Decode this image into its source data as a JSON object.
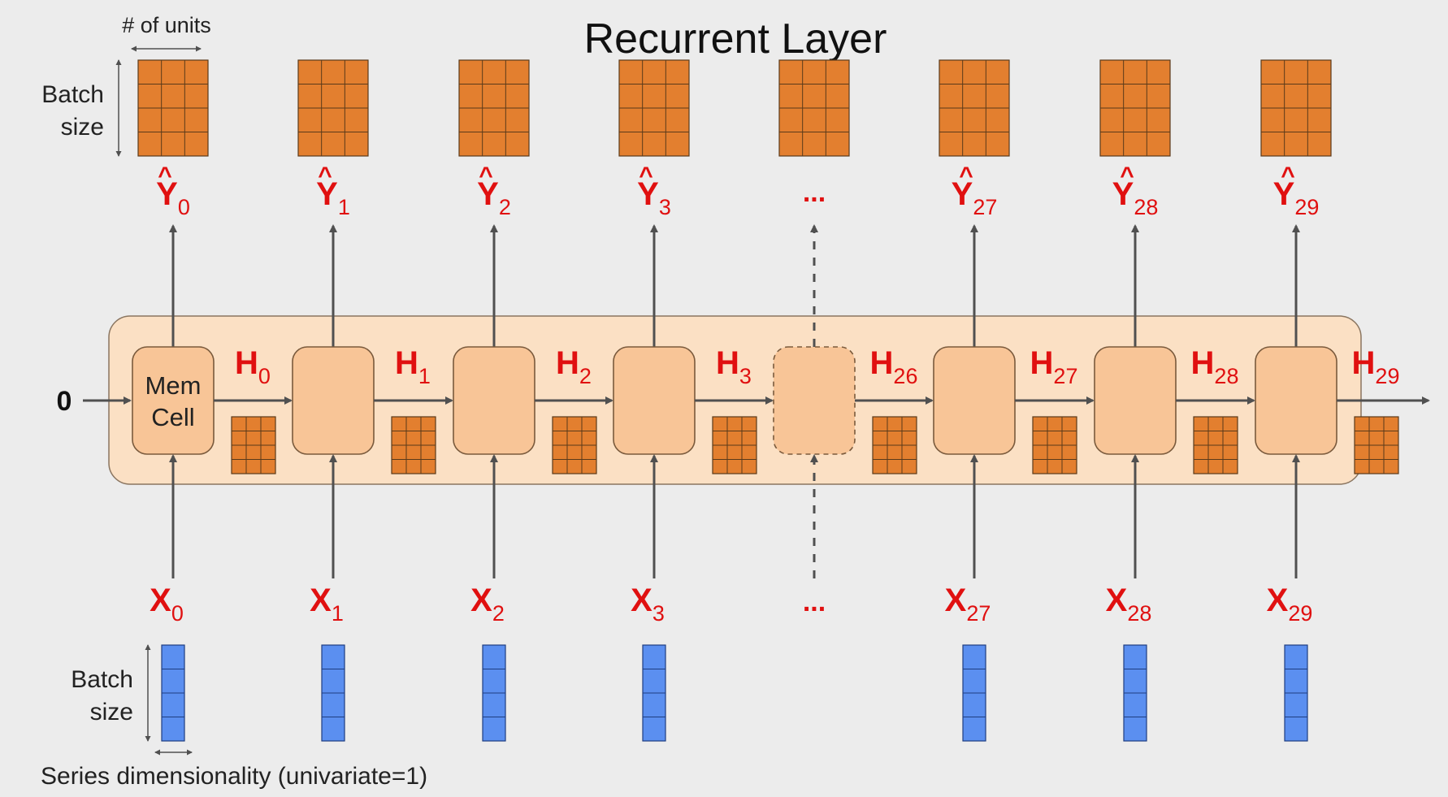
{
  "title": "Recurrent Layer",
  "initial_state": "0",
  "cell_label": [
    "Mem",
    "Cell"
  ],
  "annotations": {
    "units": "# of units",
    "batch_top": [
      "Batch",
      "size"
    ],
    "batch_bottom": [
      "Batch",
      "size"
    ],
    "series_dim": "Series dimensionality (univariate=1)"
  },
  "ellipsis": "...",
  "hat": "^",
  "steps": [
    {
      "idx": "0",
      "h": "0",
      "ellipsis": false
    },
    {
      "idx": "1",
      "h": "1",
      "ellipsis": false
    },
    {
      "idx": "2",
      "h": "2",
      "ellipsis": false
    },
    {
      "idx": "3",
      "h": "3",
      "ellipsis": false
    },
    {
      "idx": "",
      "h": "26",
      "ellipsis": true
    },
    {
      "idx": "27",
      "h": "27",
      "ellipsis": false
    },
    {
      "idx": "28",
      "h": "28",
      "ellipsis": false
    },
    {
      "idx": "29",
      "h": "29",
      "ellipsis": false
    }
  ],
  "symbols": {
    "x": "X",
    "y": "Y",
    "h": "H"
  },
  "colors": {
    "background": "#ececec",
    "layer_fill": "#fbe0c4",
    "cell_fill": "#f8c597",
    "cell_stroke": "#7a5a3c",
    "output_matrix": "#e37f2f",
    "input_vector": "#5b8ff0",
    "label_red": "#e01010",
    "arrow": "#505050"
  }
}
